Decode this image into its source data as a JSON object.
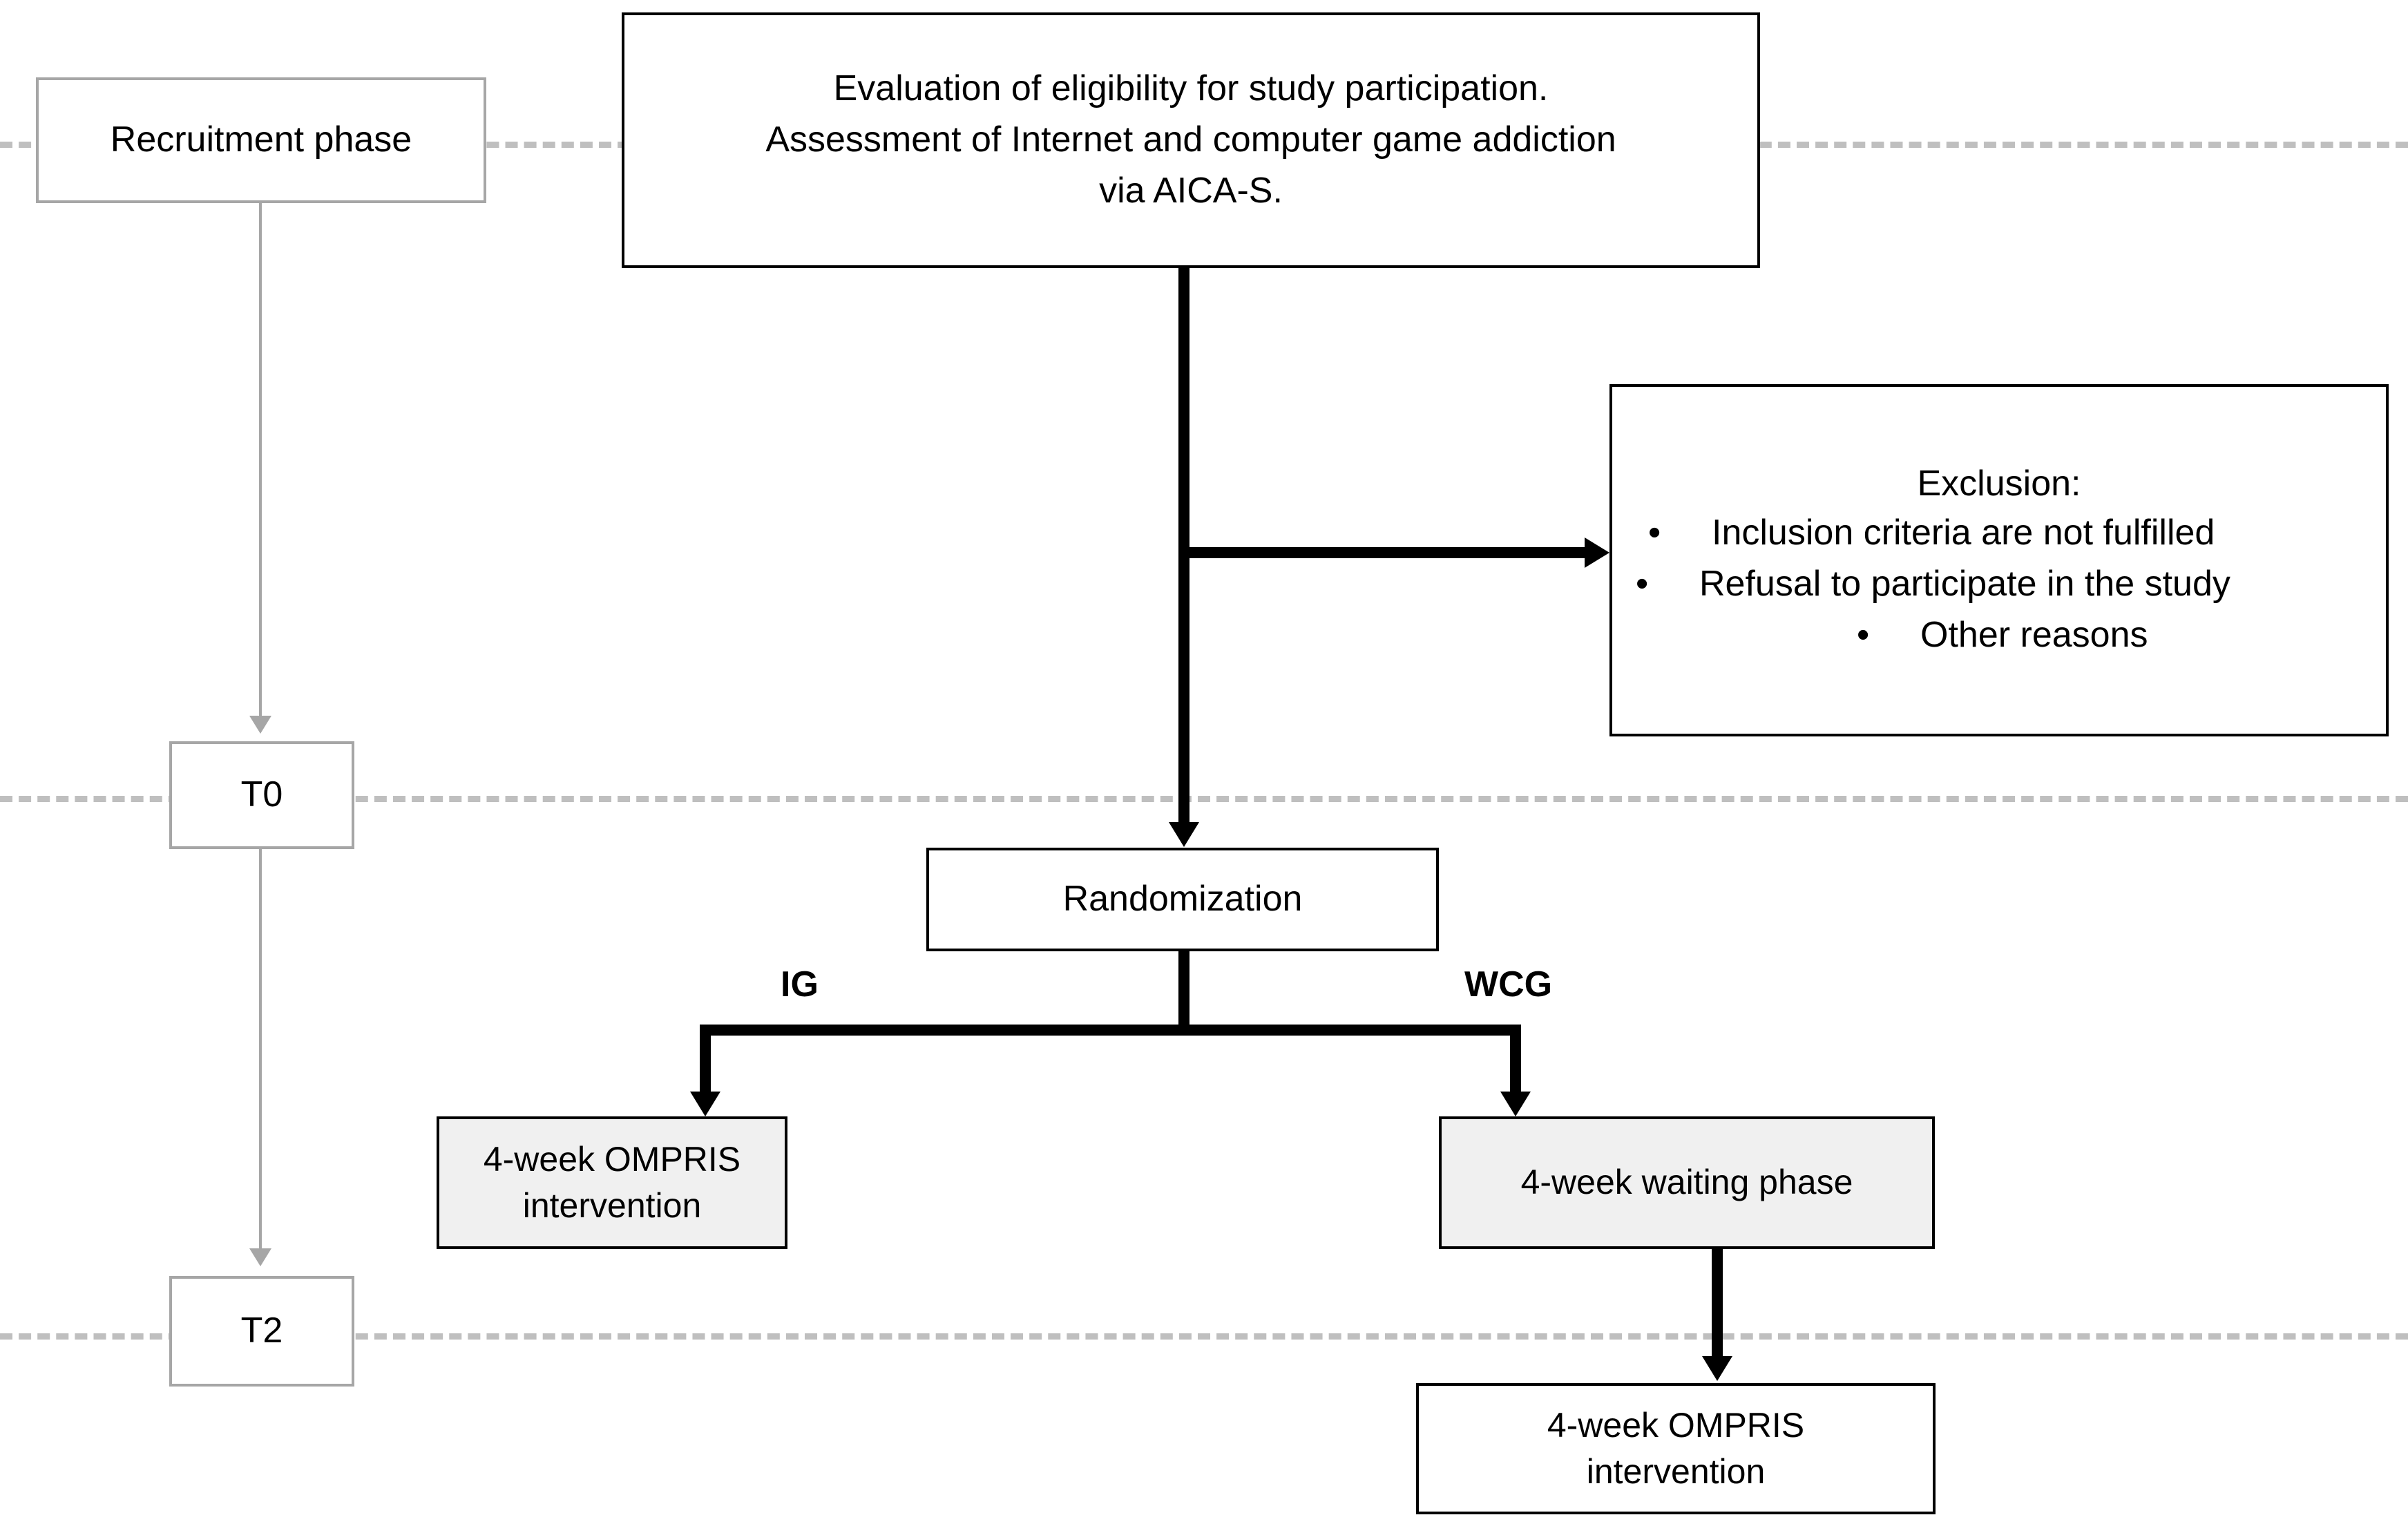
{
  "diagram": {
    "type": "study-flowchart",
    "timeline_rows": [
      {
        "id": "recruitment",
        "label": "Recruitment phase"
      },
      {
        "id": "t0",
        "label": "T0"
      },
      {
        "id": "t2",
        "label": "T2"
      }
    ],
    "nodes": {
      "eligibility": {
        "lines": [
          "Evaluation of eligibility for study participation.",
          "Assessment of Internet and computer game addiction",
          "via AICA-S."
        ]
      },
      "exclusion": {
        "title": "Exclusion:",
        "items": [
          "Inclusion criteria are not fulfilled",
          "Refusal to participate in the study",
          "Other reasons"
        ],
        "bullet": "•"
      },
      "randomization": {
        "label": "Randomization"
      },
      "ig_intervention": {
        "lines": [
          "4-week OMPRIS",
          "intervention"
        ]
      },
      "wcg_waiting": {
        "lines": [
          "4-week waiting phase"
        ]
      },
      "wcg_intervention": {
        "lines": [
          "4-week OMPRIS",
          "intervention"
        ]
      }
    },
    "branch_labels": {
      "left": "IG",
      "right": "WCG"
    },
    "colors": {
      "line_black": "#000000",
      "line_grey": "#a6a6a6",
      "dash_grey": "#bfbfbf",
      "shaded_fill": "#f0f0f0",
      "background": "#ffffff",
      "text": "#000000"
    }
  }
}
